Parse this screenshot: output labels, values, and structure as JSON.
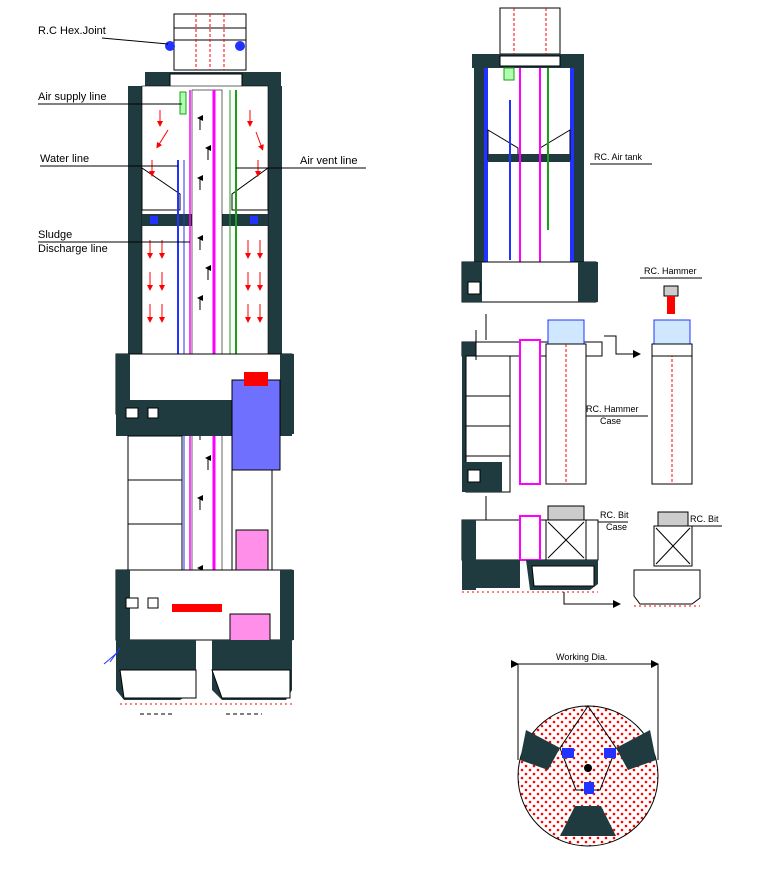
{
  "labels": {
    "hex_joint": "R.C Hex.Joint",
    "air_supply": "Air supply line",
    "water_line": "Water line",
    "air_vent": "Air vent line",
    "sludge_1": "Sludge",
    "sludge_2": "Discharge line",
    "air_tank": "RC. Air tank",
    "hammer": "RC. Hammer",
    "hammer_case_1": "RC. Hammer",
    "hammer_case_2": "Case",
    "bit_case_1": "RC. Bit",
    "bit_case_2": "Case",
    "bit": "RC. Bit",
    "working_dia": "Working Dia."
  },
  "colors": {
    "casing": "#1f3b3f",
    "water": "#2233ff",
    "air_vent": "#18a018",
    "sludge": "#ff00ff",
    "flow_arrow": "#ff0000",
    "hammer_blue": "#7070ff",
    "pink": "#ff8fe8",
    "outline": "#000000"
  }
}
